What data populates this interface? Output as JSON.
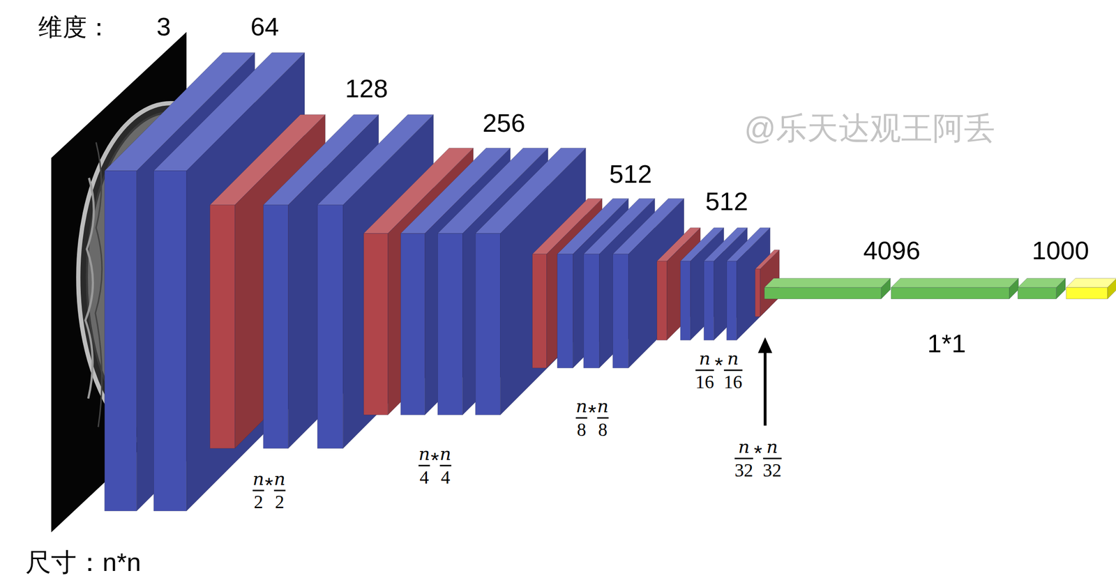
{
  "diagram": {
    "labels": [
      "维度：",
      "3",
      "64",
      "128",
      "256",
      "512",
      "512",
      "4096",
      "1000",
      "1*1",
      "@乐天达观王阿丢",
      "尺寸：n*n",
      "n",
      "2",
      "*",
      "n",
      "2",
      "n",
      "4",
      "*",
      "n",
      "4",
      "n",
      "8",
      "*",
      "n",
      "8",
      "n",
      "16",
      "*",
      "n",
      "16",
      "n",
      "32",
      "*",
      "n",
      "32"
    ]
  }
}
